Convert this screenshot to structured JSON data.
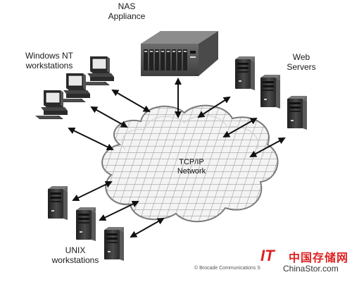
{
  "labels": {
    "nas": [
      "NAS",
      "Appliance"
    ],
    "windows": [
      "Windows NT",
      "workstations"
    ],
    "web": [
      "Web",
      "Servers"
    ],
    "unix": [
      "UNIX",
      "workstations"
    ],
    "network": [
      "TCP/IP",
      "Network"
    ]
  },
  "copyright": "© Brocade Communications S",
  "watermark": {
    "chinese": "中国存储网",
    "it_mark": "IT",
    "domain": "ChinaStor.com"
  },
  "colors": {
    "cloud_fill": "#f2f2f2",
    "cloud_grid": "#9a9a9a",
    "device_dark": "#3a3a3a",
    "watermark_red": "#dd2222"
  }
}
